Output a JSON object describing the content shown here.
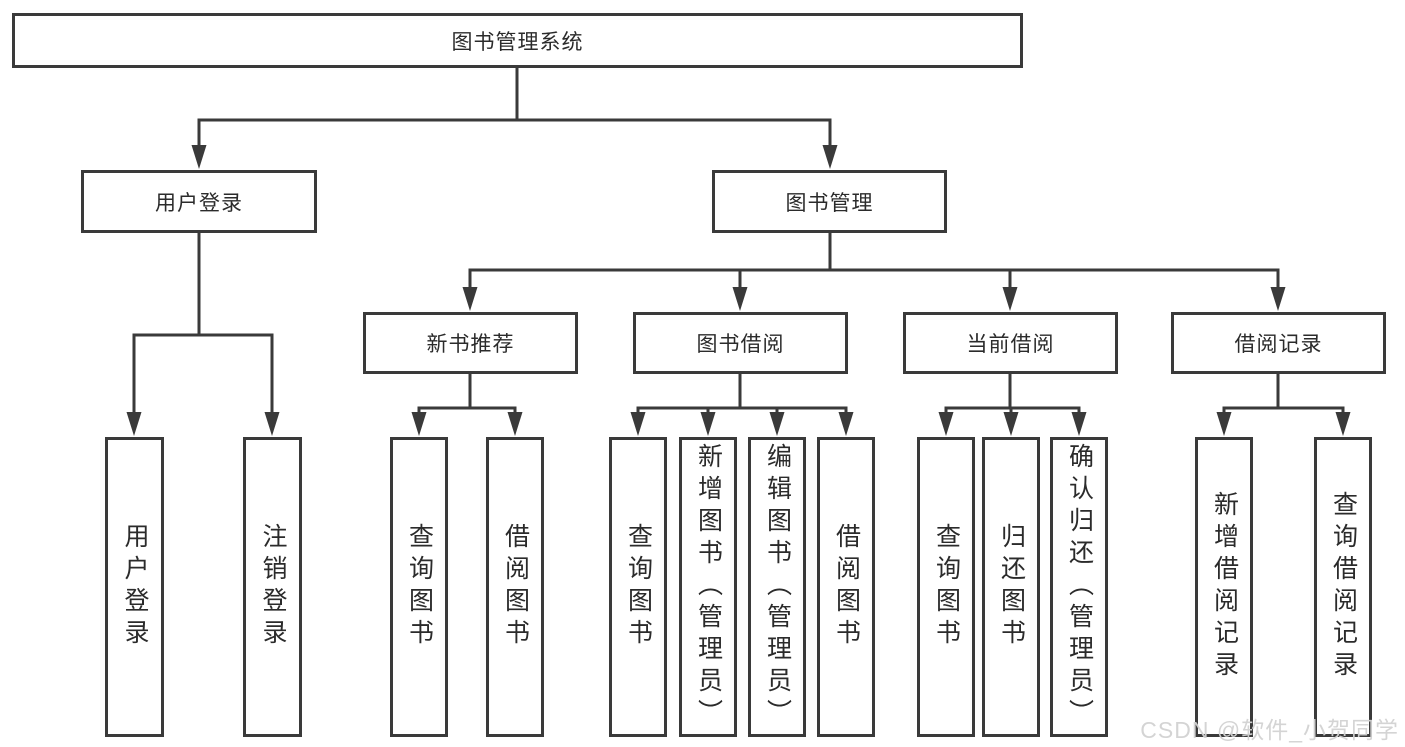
{
  "tree": {
    "root": "图书管理系统",
    "children": [
      {
        "label": "用户登录",
        "children": [
          "用户登录",
          "注销登录"
        ]
      },
      {
        "label": "图书管理",
        "children": [
          {
            "label": "新书推荐",
            "children": [
              "查询图书",
              "借阅图书"
            ]
          },
          {
            "label": "图书借阅",
            "children": [
              "查询图书",
              "新增图书（管理员）",
              "编辑图书（管理员）",
              "借阅图书"
            ]
          },
          {
            "label": "当前借阅",
            "children": [
              "查询图书",
              "归还图书",
              "确认归还（管理员）"
            ]
          },
          {
            "label": "借阅记录",
            "children": [
              "新增借阅记录",
              "查询借阅记录"
            ]
          }
        ]
      }
    ]
  },
  "watermark": {
    "text": "CSDN @软件_小贺同学"
  },
  "colors": {
    "line": "#3a3a3a",
    "text": "#2b2b2b",
    "background": "#ffffff",
    "watermark": "#d2d2d2"
  }
}
